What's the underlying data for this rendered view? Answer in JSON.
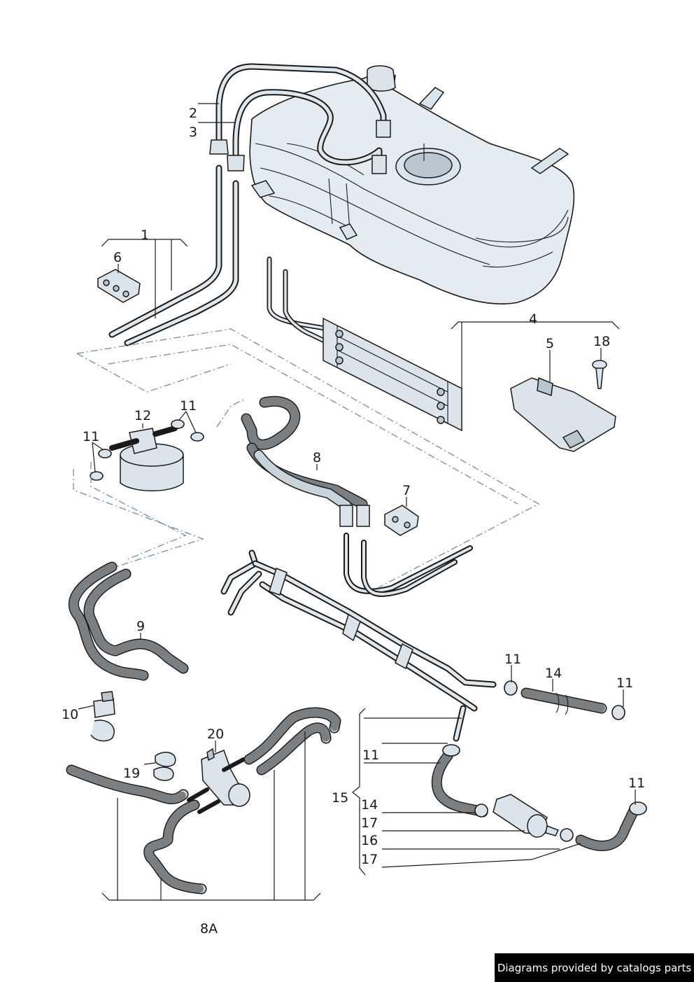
{
  "labels": {
    "l1": "1",
    "l2": "2",
    "l3": "3",
    "l4": "4",
    "l5": "5",
    "l6": "6",
    "l7": "7",
    "l8": "8",
    "l8a": "8A",
    "l9": "9",
    "l10": "10",
    "l11a": "11",
    "l11b": "11",
    "l11c": "11",
    "l11d": "11",
    "l11e": "11",
    "l11f": "11",
    "l12": "12",
    "l14a": "14",
    "l14b": "14",
    "l15": "15",
    "l16": "16",
    "l17a": "17",
    "l17b": "17",
    "l18": "18",
    "l19": "19",
    "l20": "20"
  },
  "credit": "Diagrams provided by catalogs parts"
}
